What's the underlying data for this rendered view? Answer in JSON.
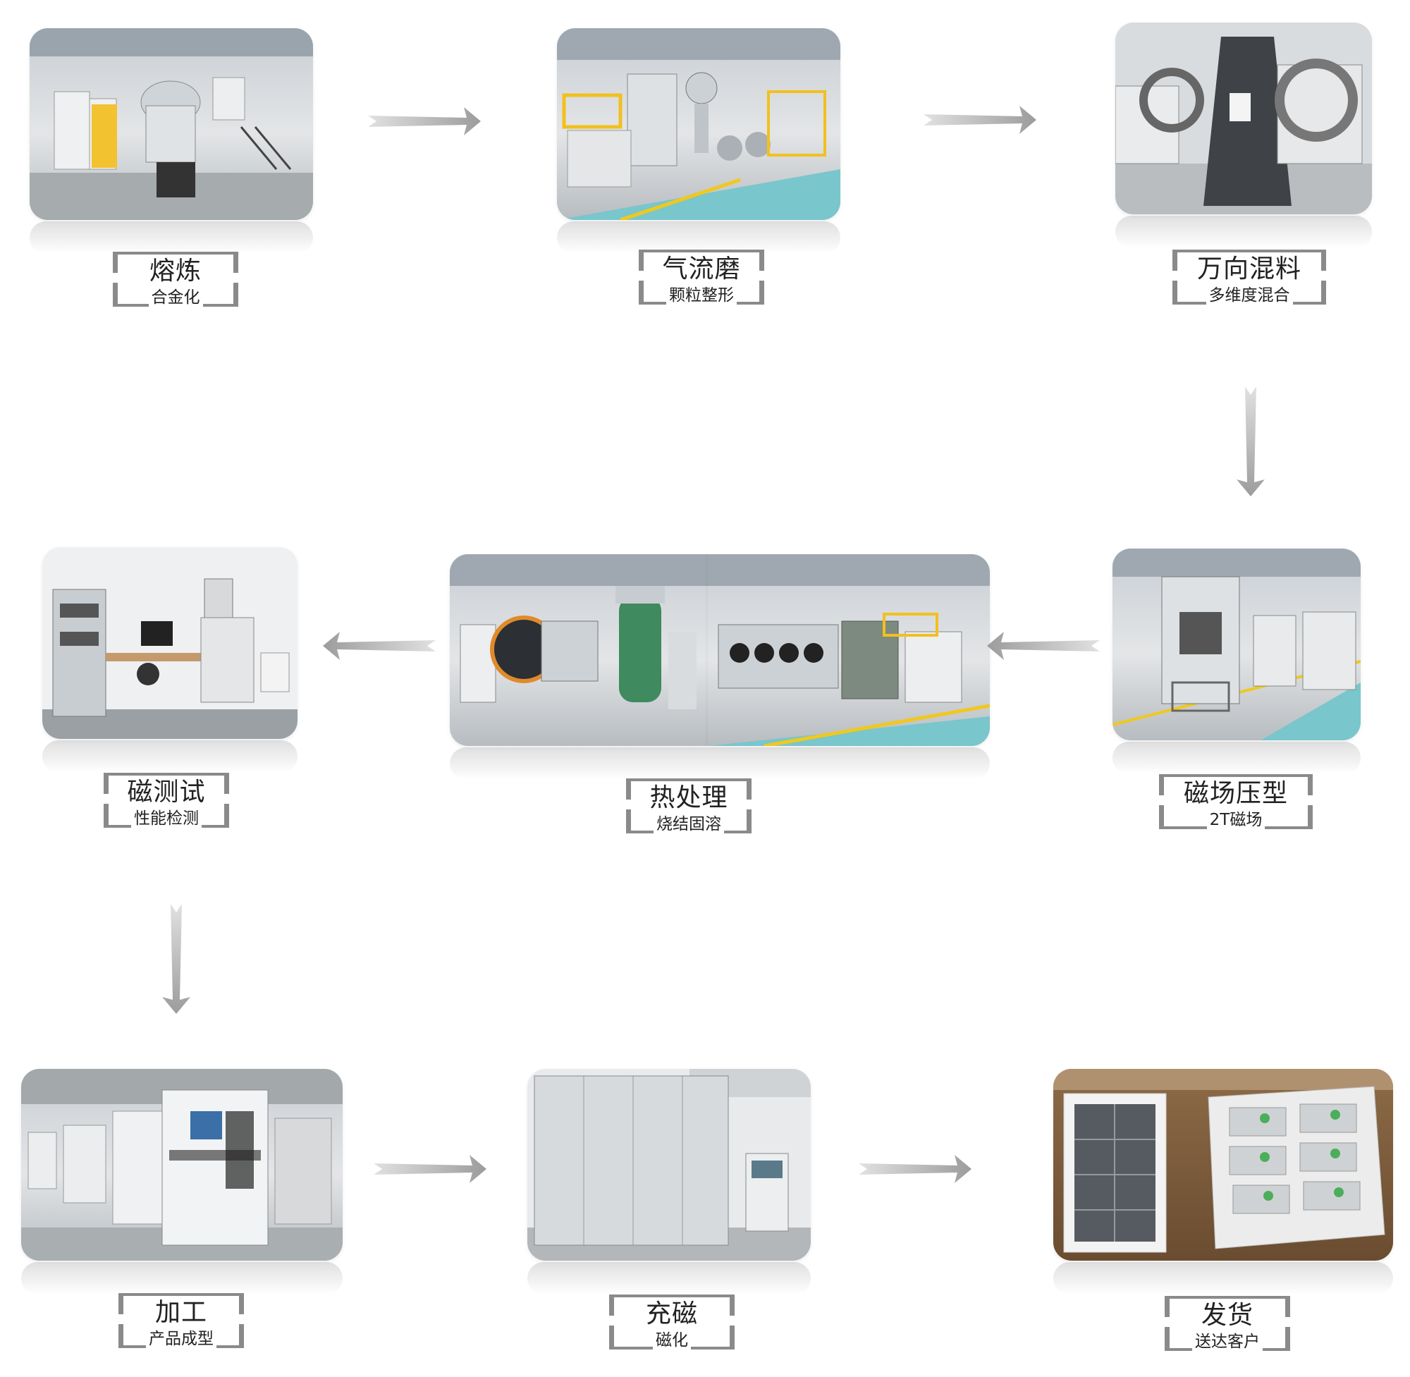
{
  "steps": [
    {
      "title": "熔炼",
      "subtitle": "合金化"
    },
    {
      "title": "气流磨",
      "subtitle": "颗粒整形"
    },
    {
      "title": "万向混料",
      "subtitle": "多维度混合"
    },
    {
      "title": "磁场压型",
      "subtitle": "2T磁场"
    },
    {
      "title": "热处理",
      "subtitle": "烧结固溶"
    },
    {
      "title": "磁测试",
      "subtitle": "性能检测"
    },
    {
      "title": "加工",
      "subtitle": "产品成型"
    },
    {
      "title": "充磁",
      "subtitle": "磁化"
    },
    {
      "title": "发货",
      "subtitle": "送达客户"
    }
  ],
  "colors": {
    "arrow": "#b4b4b4",
    "frame": "#8a8a8a",
    "text": "#222222"
  },
  "icons": [
    "arrow-right-icon",
    "arrow-down-icon",
    "arrow-left-icon"
  ]
}
